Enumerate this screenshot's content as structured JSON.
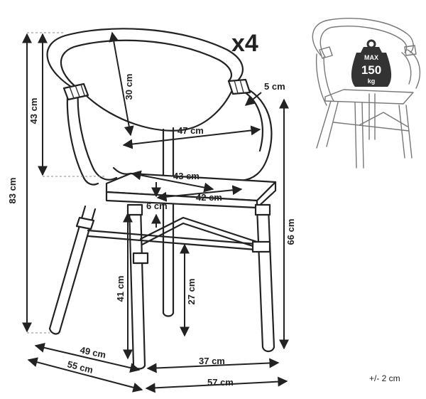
{
  "quantity_label": "x4",
  "tolerance_label": "+/- 2 cm",
  "weight_badge": {
    "line1": "MAX",
    "line2": "150",
    "line3": "kg"
  },
  "dimensions": {
    "total_height": "83 cm",
    "back_height": "43 cm",
    "back_inner_height": "30 cm",
    "armrest_thickness": "5 cm",
    "back_width": "47 cm",
    "seat_width_back": "43 cm",
    "seat_width_front": "42 cm",
    "seat_thickness": "6 cm",
    "armrest_height": "66 cm",
    "seat_height": "41 cm",
    "stretcher_height": "27 cm",
    "seat_depth": "49 cm",
    "total_depth": "55 cm",
    "leg_width": "37 cm",
    "total_width": "57 cm"
  }
}
